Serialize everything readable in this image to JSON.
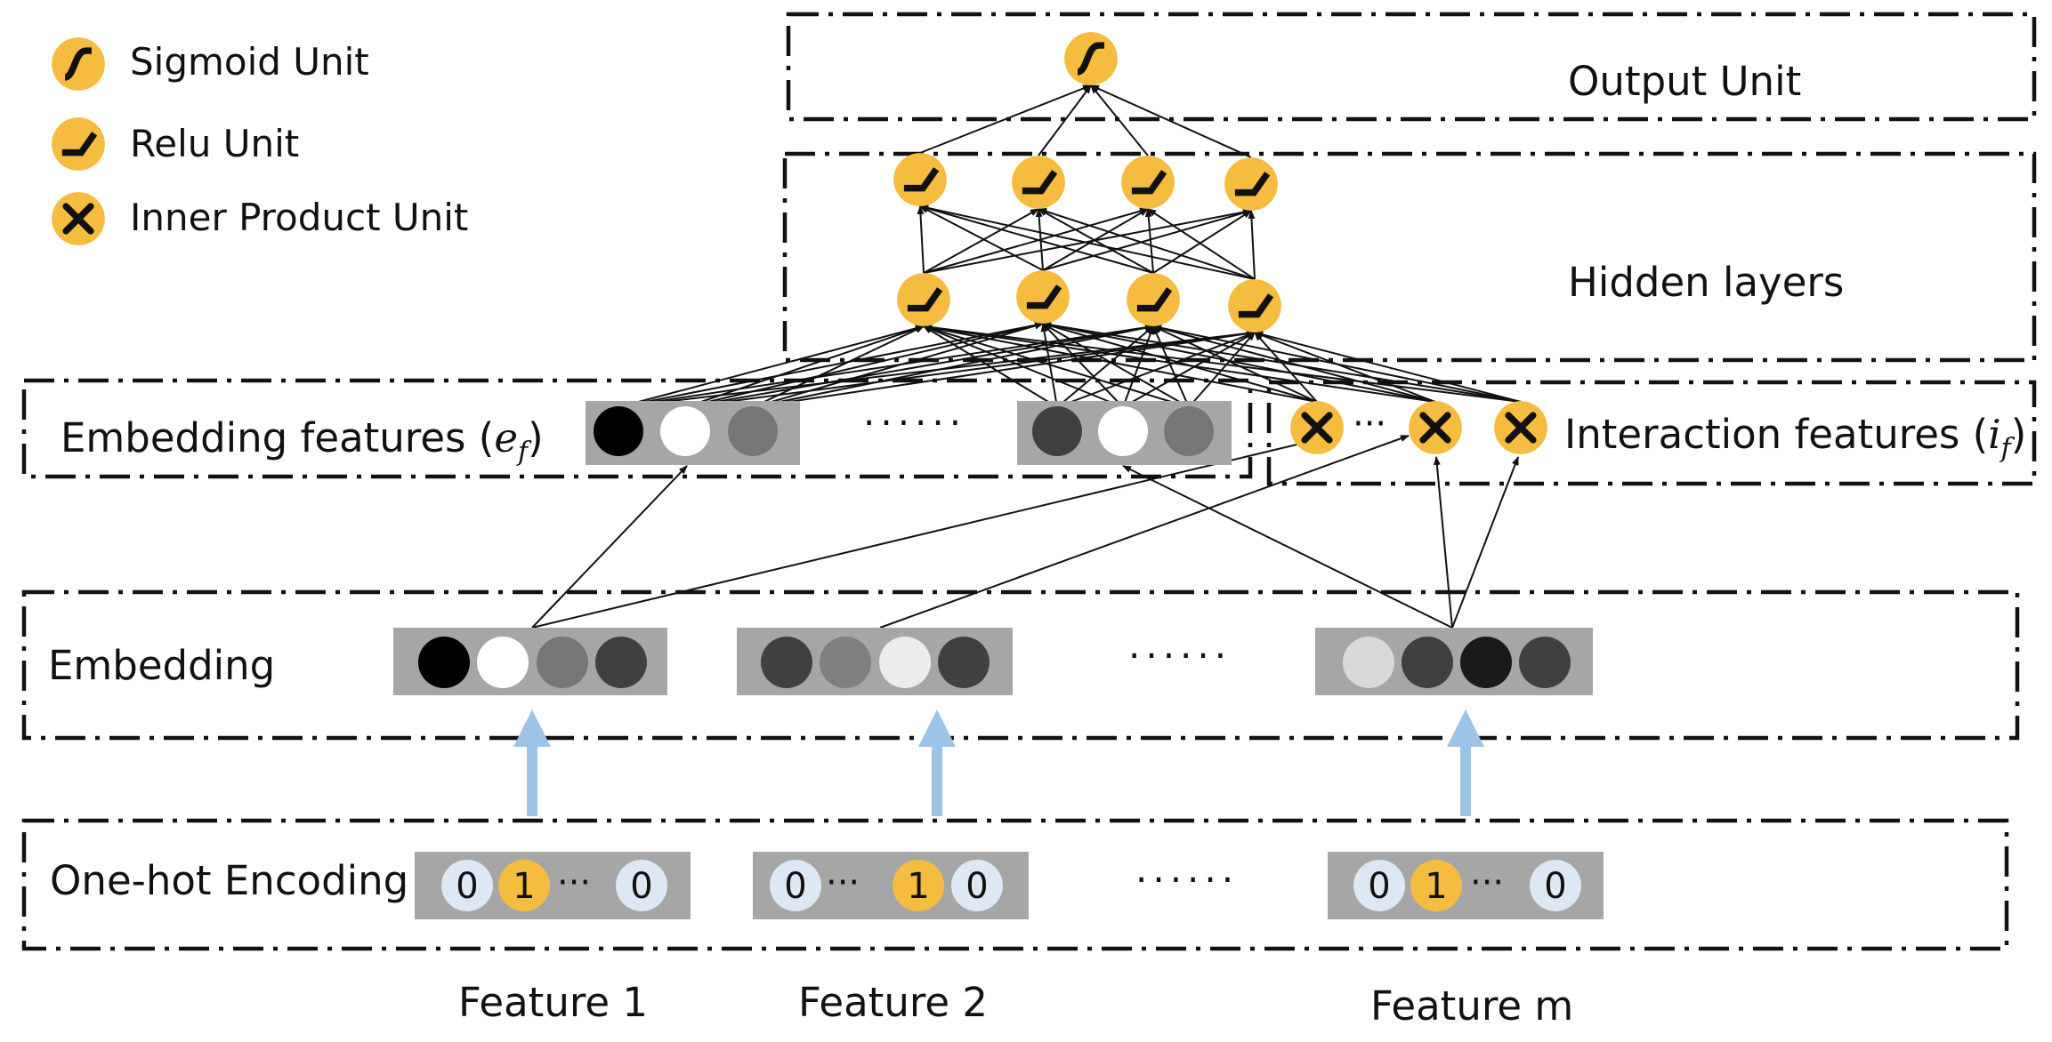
{
  "legend": {
    "sigmoid": "Sigmoid Unit",
    "relu": "Relu Unit",
    "inner_product": "Inner Product Unit"
  },
  "layers": {
    "output": "Output Unit",
    "hidden": "Hidden layers",
    "embedding_features_text": "Embedding features (",
    "embedding_features_var": "e",
    "embedding_features_sub": "f",
    "interaction_features_text": "Interaction features (",
    "interaction_features_var": "i",
    "interaction_features_sub": "f",
    "close_paren": ")",
    "embedding": "Embedding",
    "one_hot": "One-hot Encoding"
  },
  "ellipsis": "······",
  "inner_ellipsis": "···",
  "features": [
    "Feature 1",
    "Feature 2",
    "Feature m"
  ],
  "one_hot_values": {
    "feature_1": [
      "0",
      "1",
      "0"
    ],
    "feature_2": [
      "0",
      "1",
      "0"
    ],
    "feature_m": [
      "0",
      "1",
      "0"
    ]
  },
  "colors": {
    "unit": "#f6bc3f",
    "one_hot_zero": "#dce8f4",
    "up_arrow": "#9dc3e6",
    "panel_gray": "#a6a6a6"
  }
}
